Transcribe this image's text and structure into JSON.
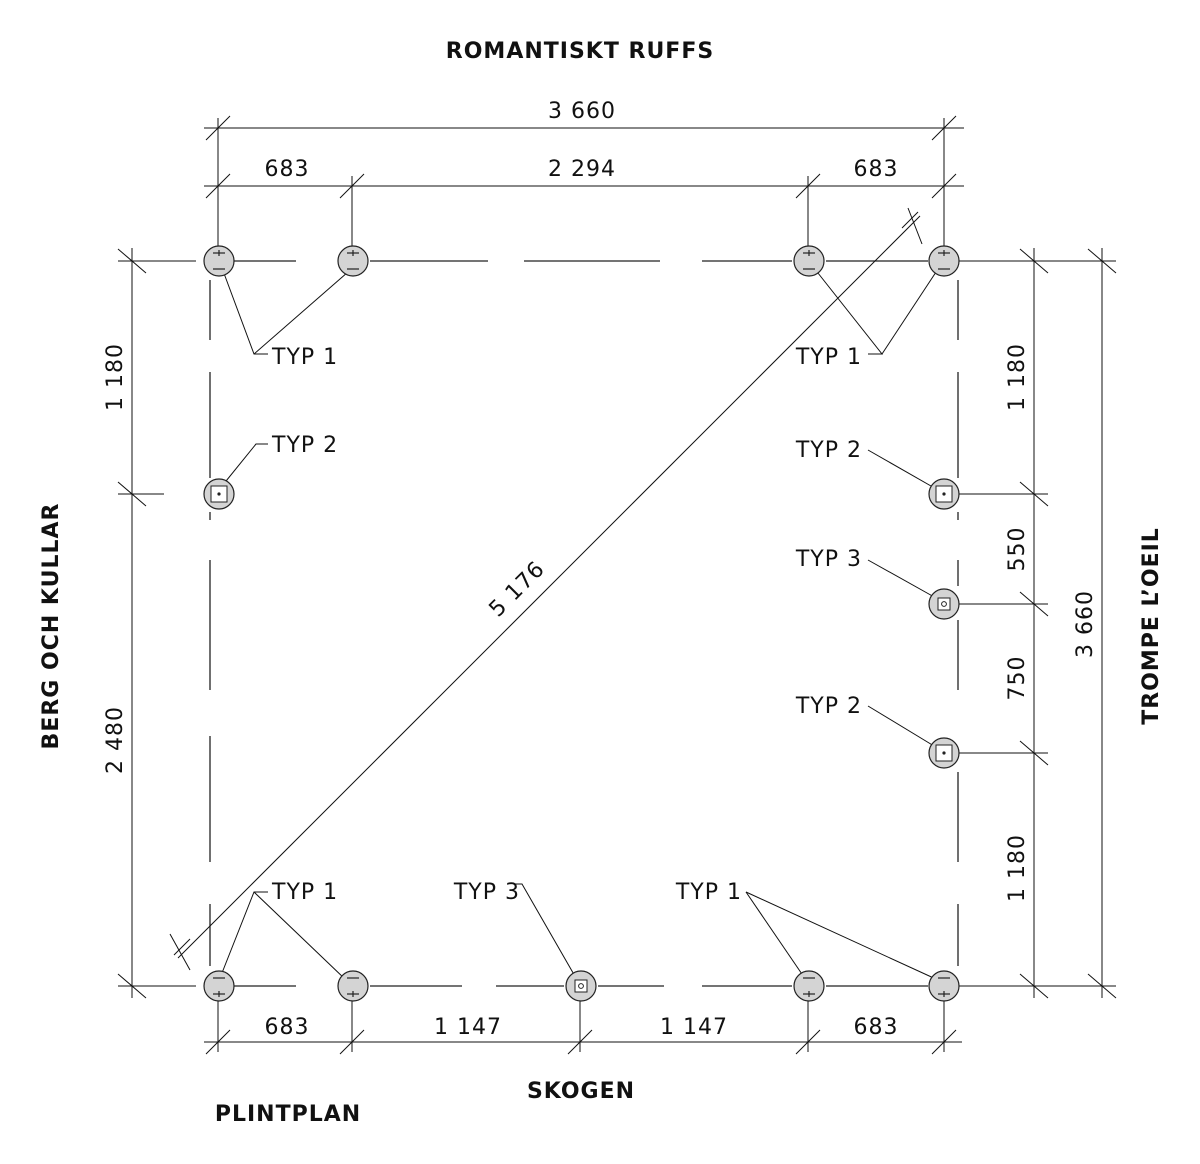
{
  "titles": {
    "top": "ROMANTISKT RUFFS",
    "left": "BERG OCH KULLAR",
    "right": "TROMPE L’OEIL",
    "bottom": "SKOGEN",
    "plan": "PLINTPLAN"
  },
  "dimensions": {
    "top_total": "3 660",
    "top_left": "683",
    "top_middle": "2 294",
    "top_right": "683",
    "bottom_1": "683",
    "bottom_2": "1 147",
    "bottom_3": "1 147",
    "bottom_4": "683",
    "left_upper": "1 180",
    "left_lower": "2 480",
    "right_1": "1 180",
    "right_2": "550",
    "right_3": "750",
    "right_4": "1 180",
    "right_total": "3 660",
    "diagonal": "5 176"
  },
  "labels": {
    "typ1_top_left": "TYP 1",
    "typ2_left": "TYP 2",
    "typ1_top_right": "TYP 1",
    "typ2_right_upper": "TYP 2",
    "typ3_right": "TYP 3",
    "typ2_right_lower": "TYP 2",
    "typ1_bottom_left": "TYP 1",
    "typ3_bottom": "TYP 3",
    "typ1_bottom_right": "TYP 1"
  },
  "colors": {
    "plinth_fill": "#d4d4d4",
    "line": "#111111"
  }
}
